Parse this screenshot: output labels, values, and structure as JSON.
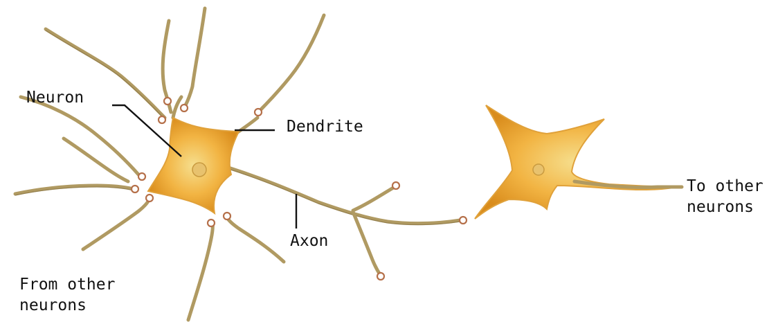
{
  "labels": {
    "neuron": "Neuron",
    "dendrite": "Dendrite",
    "axon": "Axon",
    "from_other_neurons": "From other\nneurons",
    "to_other_neurons": "To other\nneurons"
  },
  "colors": {
    "cell_body_fill": "#f2b443",
    "cell_body_center": "#f6df8e",
    "cell_body_edge": "#d98c1c",
    "fiber": "#b09a62",
    "terminal": "#b5704a",
    "leader_line": "#111111",
    "text": "#111111"
  }
}
